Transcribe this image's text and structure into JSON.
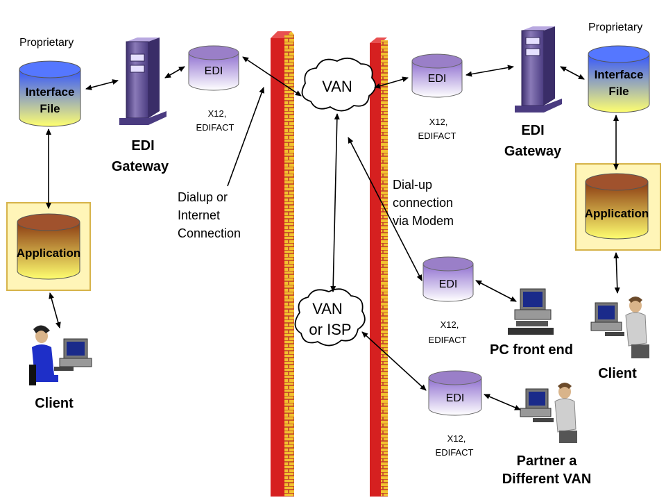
{
  "labels": {
    "proprietary_left": "Proprietary",
    "proprietary_right": "Proprietary",
    "interface_file_left": [
      "Interface",
      "File"
    ],
    "interface_file_right": [
      "Interface",
      "File"
    ],
    "application_left": "Application",
    "application_right": "Application",
    "edi_gateway_left": [
      "EDI",
      "Gateway"
    ],
    "edi_gateway_right": [
      "EDI",
      "Gateway"
    ],
    "edi_top_left": "EDI",
    "edi_top_right": "EDI",
    "edi_pc": "EDI",
    "edi_partner": "EDI",
    "x12_top_left": [
      "X12,",
      "EDIFACT"
    ],
    "x12_top_right": [
      "X12,",
      "EDIFACT"
    ],
    "x12_pc": [
      "X12,",
      "EDIFACT"
    ],
    "x12_partner": [
      "X12,",
      "EDIFACT"
    ],
    "van_top": "VAN",
    "van_isp": [
      "VAN",
      "or ISP"
    ],
    "dialup_internet": [
      "Dialup  or",
      "Internet",
      "Connection"
    ],
    "dialup_modem": [
      "Dial-up",
      "connection",
      "via Modem"
    ],
    "client_left": "Client",
    "client_right": "Client",
    "pc_front_end": "PC front end",
    "partner_van": [
      "Partner  a",
      "Different VAN"
    ]
  },
  "colors": {
    "firewall_red": "#d62020",
    "firewall_brick": "#f2c230",
    "cylinder_blue": "#4466ff",
    "cylinder_yellow": "#ffff66",
    "cylinder_brown": "#a0522d",
    "edi_purple": "#9a7fc8",
    "gateway_purple": "#6a5a9a",
    "app_box_bg": "#fff5b8"
  }
}
